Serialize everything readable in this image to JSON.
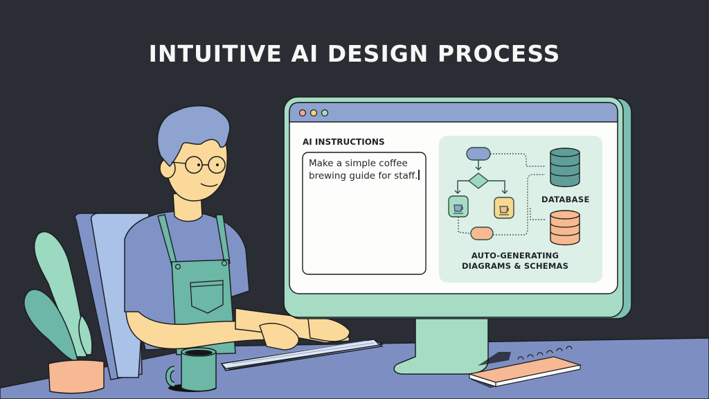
{
  "title": "INTUITIVE AI DESIGN PROCESS",
  "screen": {
    "window_controls": [
      "close",
      "minimize",
      "maximize"
    ],
    "instructions_panel": {
      "label": "AI INSTRUCTIONS",
      "prompt_text": "Make a simple coffee brewing guide for staff."
    },
    "diagram_panel": {
      "database_label": "DATABASE",
      "caption_line1": "AUTO-GENERATING",
      "caption_line2": "DIAGRAMS & SCHEMAS"
    }
  },
  "colors": {
    "background": "#2a2d33",
    "monitor_frame": "#a6dcc4",
    "titlebar": "#8ea3cf",
    "desk": "#7d8fc2",
    "skin": "#fbd99a",
    "shirt": "#7f93c7",
    "apron": "#6cb7a6",
    "pot": "#f6b993",
    "db_teal": "#5f9e99",
    "db_orange": "#f7b98f"
  }
}
